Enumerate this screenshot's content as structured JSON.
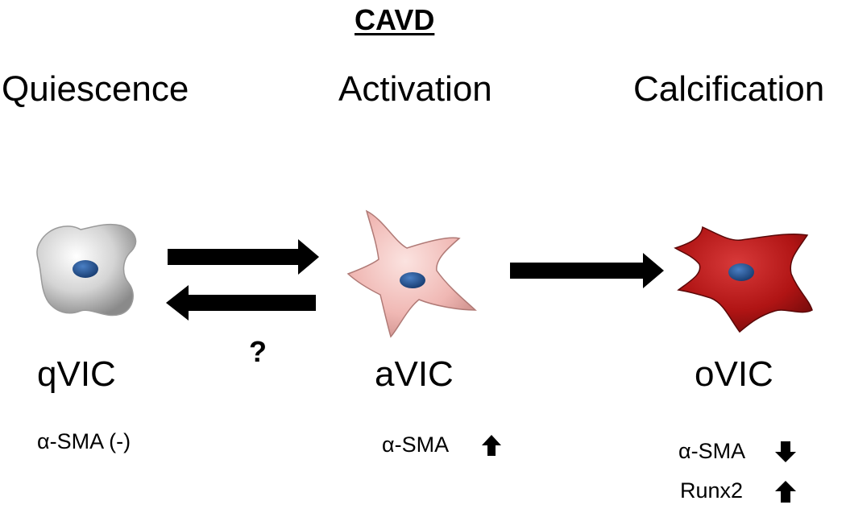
{
  "title": "CAVD",
  "stages": {
    "quiescence": "Quiescence",
    "activation": "Activation",
    "calcification": "Calcification"
  },
  "cells": {
    "qvic": {
      "label": "qVIC",
      "markers": [
        "α-SMA (-)"
      ]
    },
    "avic": {
      "label": "aVIC",
      "markers": [
        "α-SMA"
      ],
      "marker_arrows": [
        "up"
      ]
    },
    "ovic": {
      "label": "oVIC",
      "markers": [
        "α-SMA",
        "Runx2"
      ],
      "marker_arrows": [
        "down",
        "up"
      ]
    }
  },
  "transition_label": "?",
  "colors": {
    "qvic_cell": "#c8c8c8",
    "avic_cell": "#f0b8b4",
    "ovic_cell": "#b01414",
    "nucleus": "#1f4e8c",
    "arrow": "#000000"
  }
}
